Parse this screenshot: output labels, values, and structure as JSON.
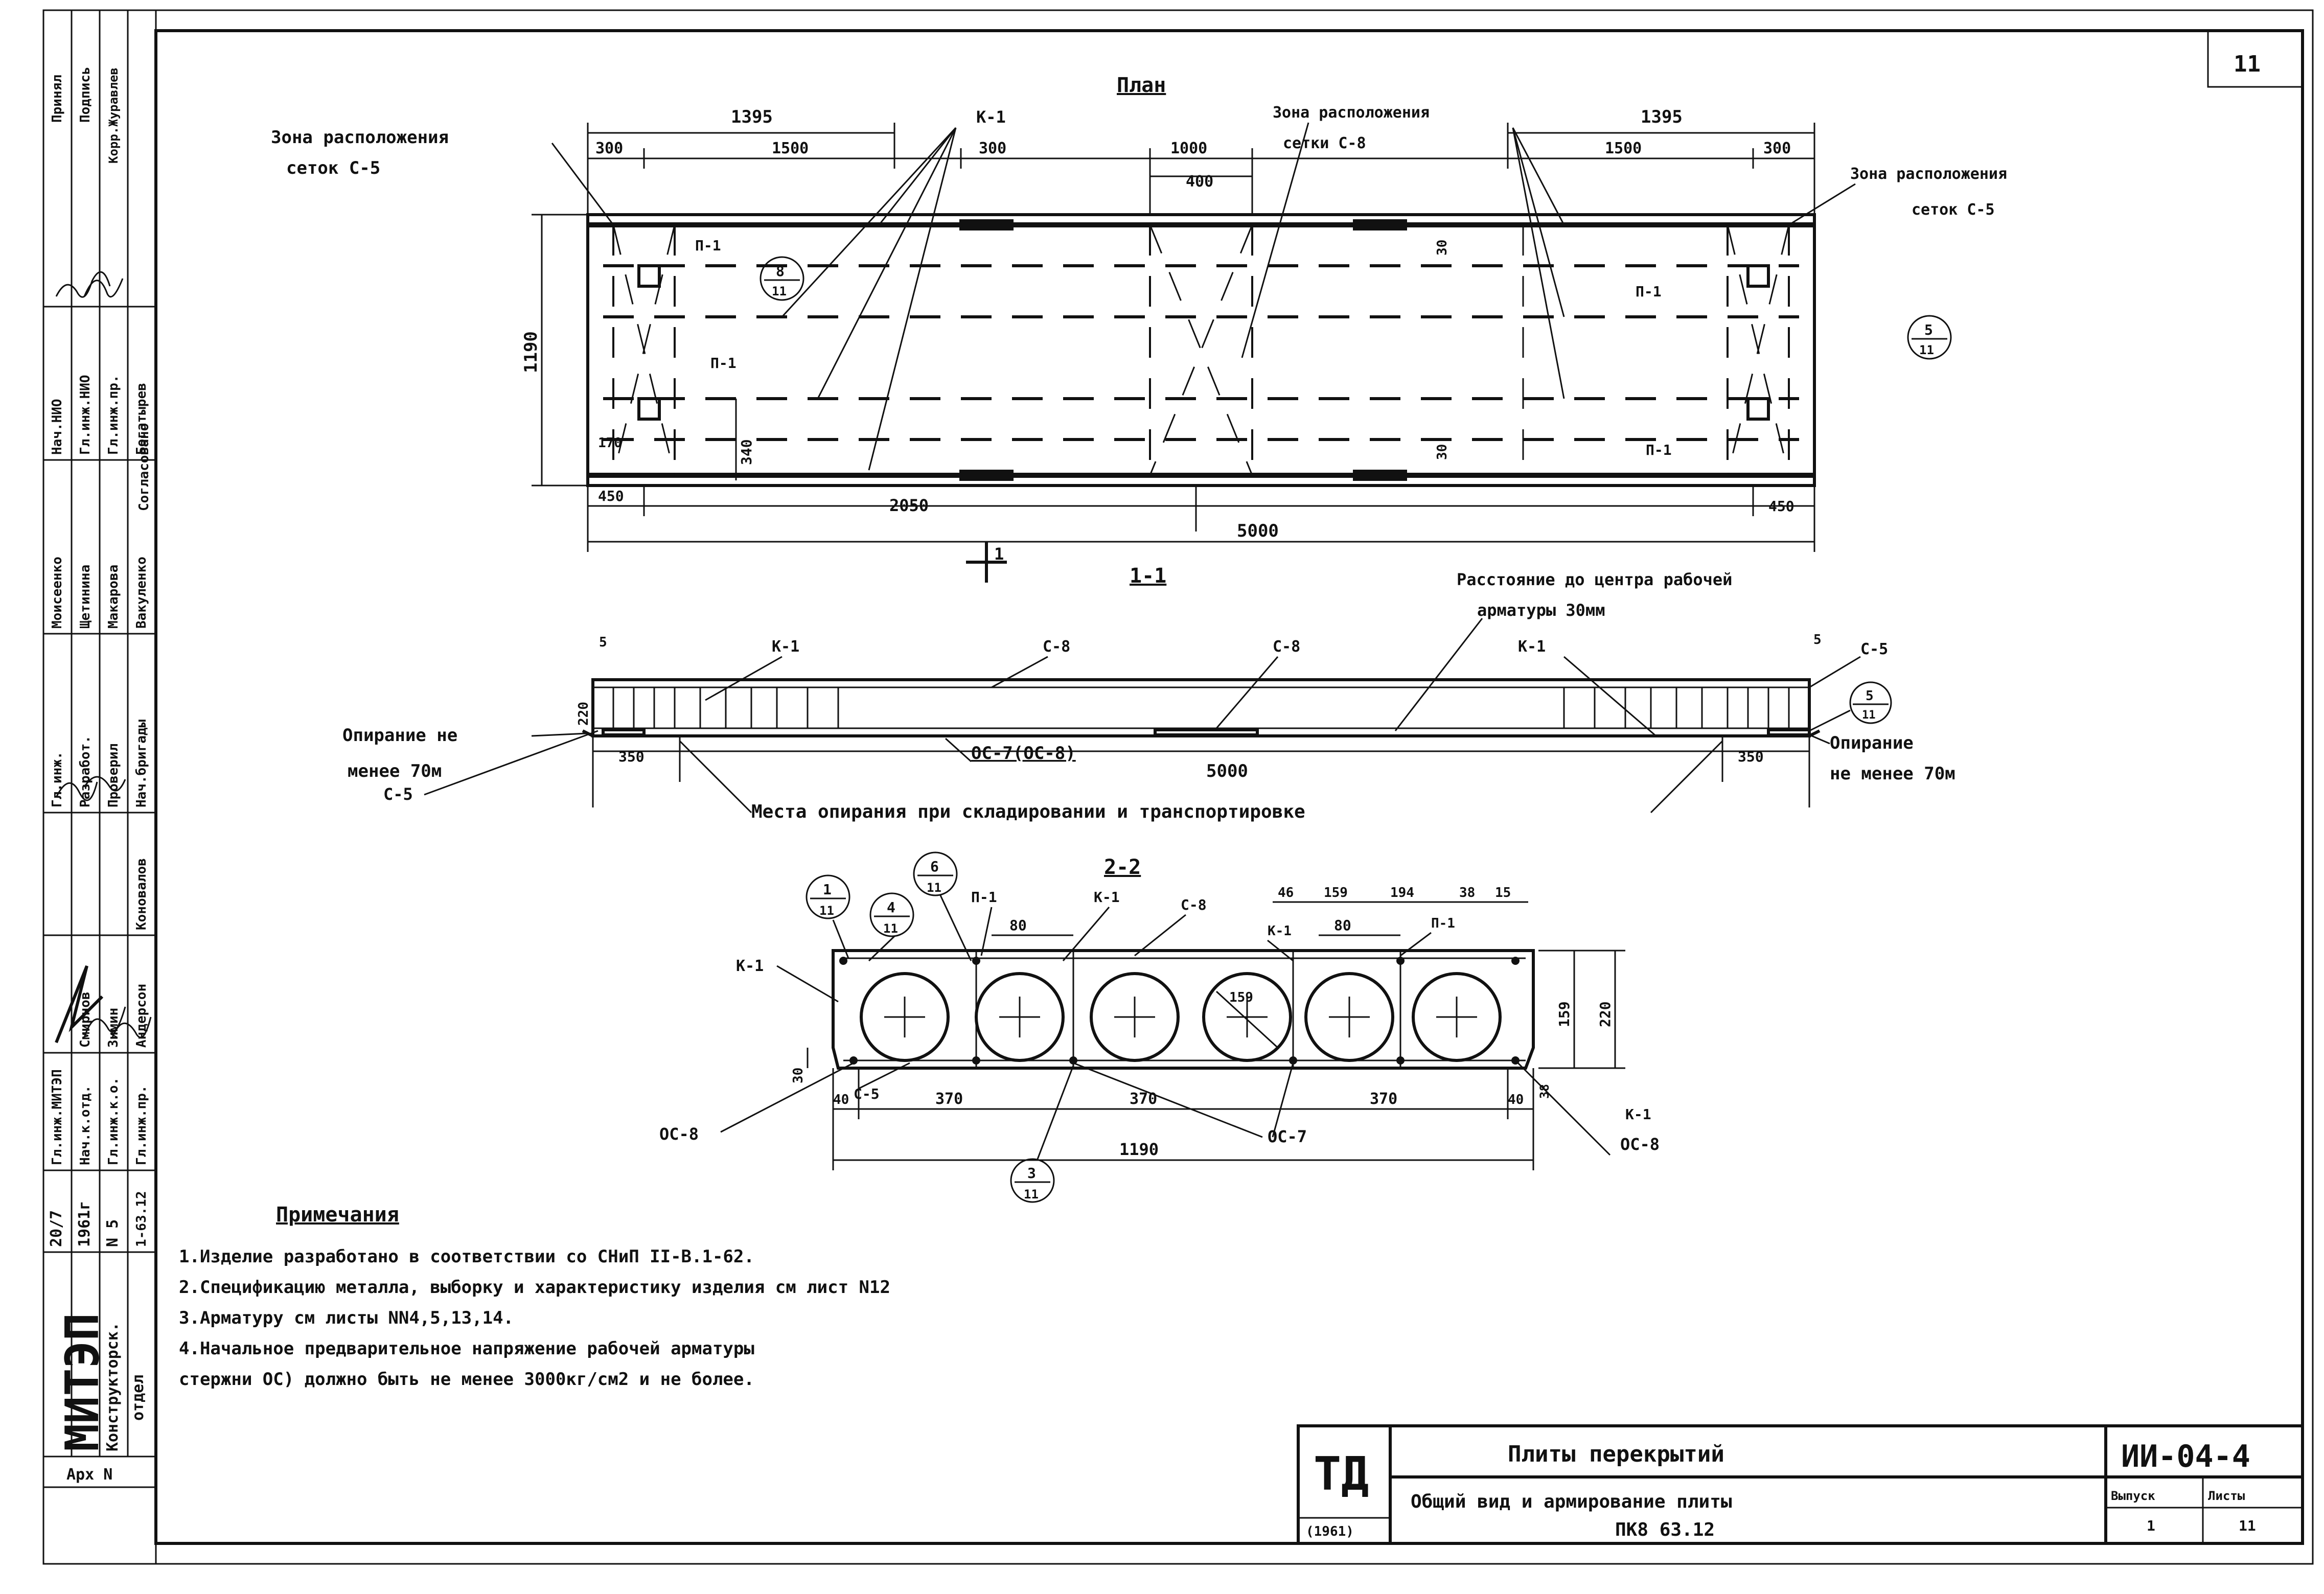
{
  "plan": {
    "title": "План",
    "dims": {
      "d1395_left": "1395",
      "d300_a": "300",
      "d1500_a": "1500",
      "d300_b": "300",
      "d1000": "1000",
      "d400": "400",
      "d1395_right": "1395",
      "d1500_b": "1500",
      "d300_c": "300",
      "d1190": "1190",
      "d450_l": "450",
      "d2050": "2050",
      "d5000": "5000",
      "d450_r": "450",
      "d30_top": "30",
      "d30_bot": "30",
      "d340": "340",
      "d170": "170",
      "d300_g": "300"
    },
    "labels": {
      "zone_left_1": "Зона расположения",
      "zone_left_2": "сеток С-5",
      "zone_mid_1": "Зона расположения",
      "zone_mid_2": "сетки С-8",
      "zone_right_1": "Зона расположения",
      "zone_right_2": "сеток С-5",
      "k1": "К-1",
      "p1_a": "П-1",
      "p1_b": "П-1",
      "p1_c": "П-1",
      "p1_d": "П-1",
      "section_mark": "1",
      "ref_8_num": "8",
      "ref_8_den": "11",
      "ref_5_num": "5",
      "ref_5_den": "11"
    }
  },
  "section1": {
    "title": "1-1",
    "dims": {
      "d5000": "5000",
      "d350_l": "350",
      "d350_r": "350",
      "d220": "220",
      "d5_l": "5",
      "d5_r": "5"
    },
    "labels": {
      "note_right_1": "Расстояние до центра рабочей",
      "note_right_2": "арматуры 30мм",
      "k1_l": "К-1",
      "c8_a": "С-8",
      "c8_b": "С-8",
      "k1_r": "К-1",
      "c5_r": "С-5",
      "ref_5_num": "5",
      "ref_5_den": "11",
      "support_l_1": "Опирание не",
      "support_l_2": "менее 70м",
      "c5_l": "С-5",
      "support_r_1": "Опирание",
      "support_r_2": "не менее 70м",
      "mid_label": "ОС-7(ОС-8)",
      "bottom_note": "Места опирания при складировании и транспортировке"
    }
  },
  "section2": {
    "title": "2-2",
    "dims": {
      "d80_a": "80",
      "d80_b": "80",
      "d159": "159",
      "d46": "46",
      "d194": "194",
      "d38": "38",
      "d15": "15",
      "d159_v": "159",
      "d220_v": "220",
      "d30_v": "30",
      "d40_l": "40",
      "d370_a": "370",
      "d370_b": "370",
      "d370_c": "370",
      "d40_r": "40",
      "d1190": "1190",
      "d38_b": "38"
    },
    "labels": {
      "k1_a": "К-1",
      "k1_b": "К-1",
      "k1_c": "К-1",
      "k1_d": "К-1",
      "p1_a": "П-1",
      "p1_b": "П-1",
      "c8": "С-8",
      "c5": "С-5",
      "os8_l": "ОС-8",
      "os7": "ОС-7",
      "os8_r": "ОС-8",
      "r1_num": "1",
      "r1_den": "11",
      "r4_num": "4",
      "r4_den": "11",
      "r6_num": "6",
      "r6_den": "11",
      "r3_num": "3",
      "r3_den": "11"
    }
  },
  "notes": {
    "title": "Примечания",
    "lines": [
      "1.Изделие разработано в соответствии со СНиП II-В.1-62.",
      "2.Спецификацию металла, выборку и характеристику изделия см лист N12",
      "3.Арматуру см листы NN4,5,13,14.",
      "4.Начальное предварительное напряжение рабочей арматуры",
      "  стержни ОС) должно быть не менее 3000кг/см2 и не более."
    ]
  },
  "title_block": {
    "org_mark": "ТД",
    "org_year": "(1961)",
    "title": "Плиты перекрытий",
    "subtitle_1": "Общий вид и армирование плиты",
    "subtitle_2": "ПК8 63.12",
    "code": "ИИ-04-4",
    "issue_label": "Выпуск",
    "issue_val": "1",
    "sheet_label": "Листы",
    "sheet_val": "11",
    "corner_mark": "11"
  },
  "side_stamp": {
    "org": "МИТЭП",
    "dept_1": "Конструкторск.",
    "dept_2": "отдел",
    "arch": "Арх N",
    "series_1": "20/7",
    "series_2": "1961г",
    "num_1": "N 5",
    "num_2": "1-63.12",
    "col_roles": [
      "Гл.инж.МИТЭП",
      "Нач.к.отд.",
      "Гл.инж.к.о.",
      "Гл.инж.пр.",
      "Гл.инж.",
      "Разработ.",
      "Проверил",
      "Нач.бригады",
      "Нач.НИО",
      "Гл.инж.НИО",
      "Гл.инж.пр.",
      "Принял",
      "Подпись",
      "Корр.Журавлев"
    ],
    "col_names": [
      "Смирнов",
      "Зимин",
      "Андерсон",
      "Коновалов",
      "Щетинина",
      "Макарова",
      "Вакуленко",
      "Моисеенко",
      "Богатырев",
      "Согласовано"
    ]
  }
}
